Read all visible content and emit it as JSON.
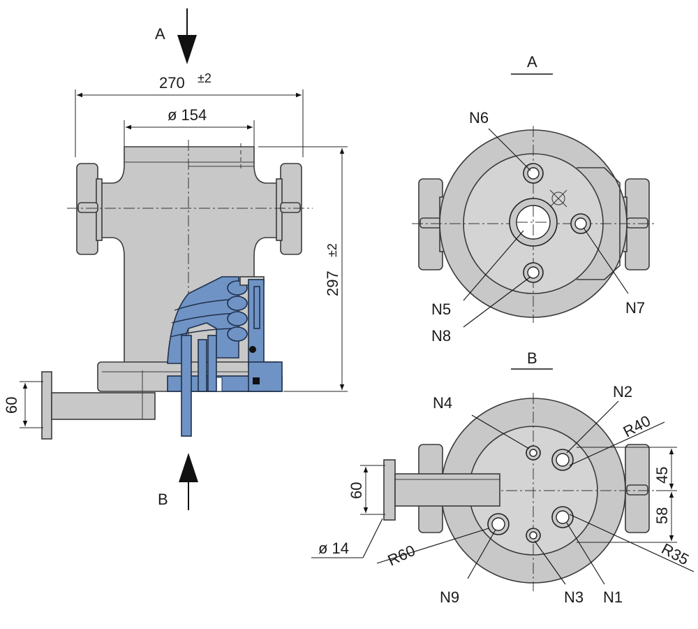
{
  "views": {
    "arrow_a_label": "A",
    "arrow_b_label": "B",
    "view_a_title": "A",
    "view_b_title": "B"
  },
  "dimensions": {
    "width_value": "270",
    "width_tol": "±2",
    "diameter_value": "ø 154",
    "height_value": "297",
    "height_tol": "±2",
    "left_flange": "60",
    "b_flange": "60",
    "pipe_diameter": "ø 14",
    "r60": "R60",
    "r40": "R40",
    "r35": "R35",
    "off_45": "45",
    "off_58": "58"
  },
  "nozzles": {
    "n1": "N1",
    "n2": "N2",
    "n3": "N3",
    "n4": "N4",
    "n5": "N5",
    "n6": "N6",
    "n7": "N7",
    "n8": "N8",
    "n9": "N9"
  },
  "colors": {
    "section_fill": "#6f93c4",
    "body_fill": "#c8c8c8"
  }
}
